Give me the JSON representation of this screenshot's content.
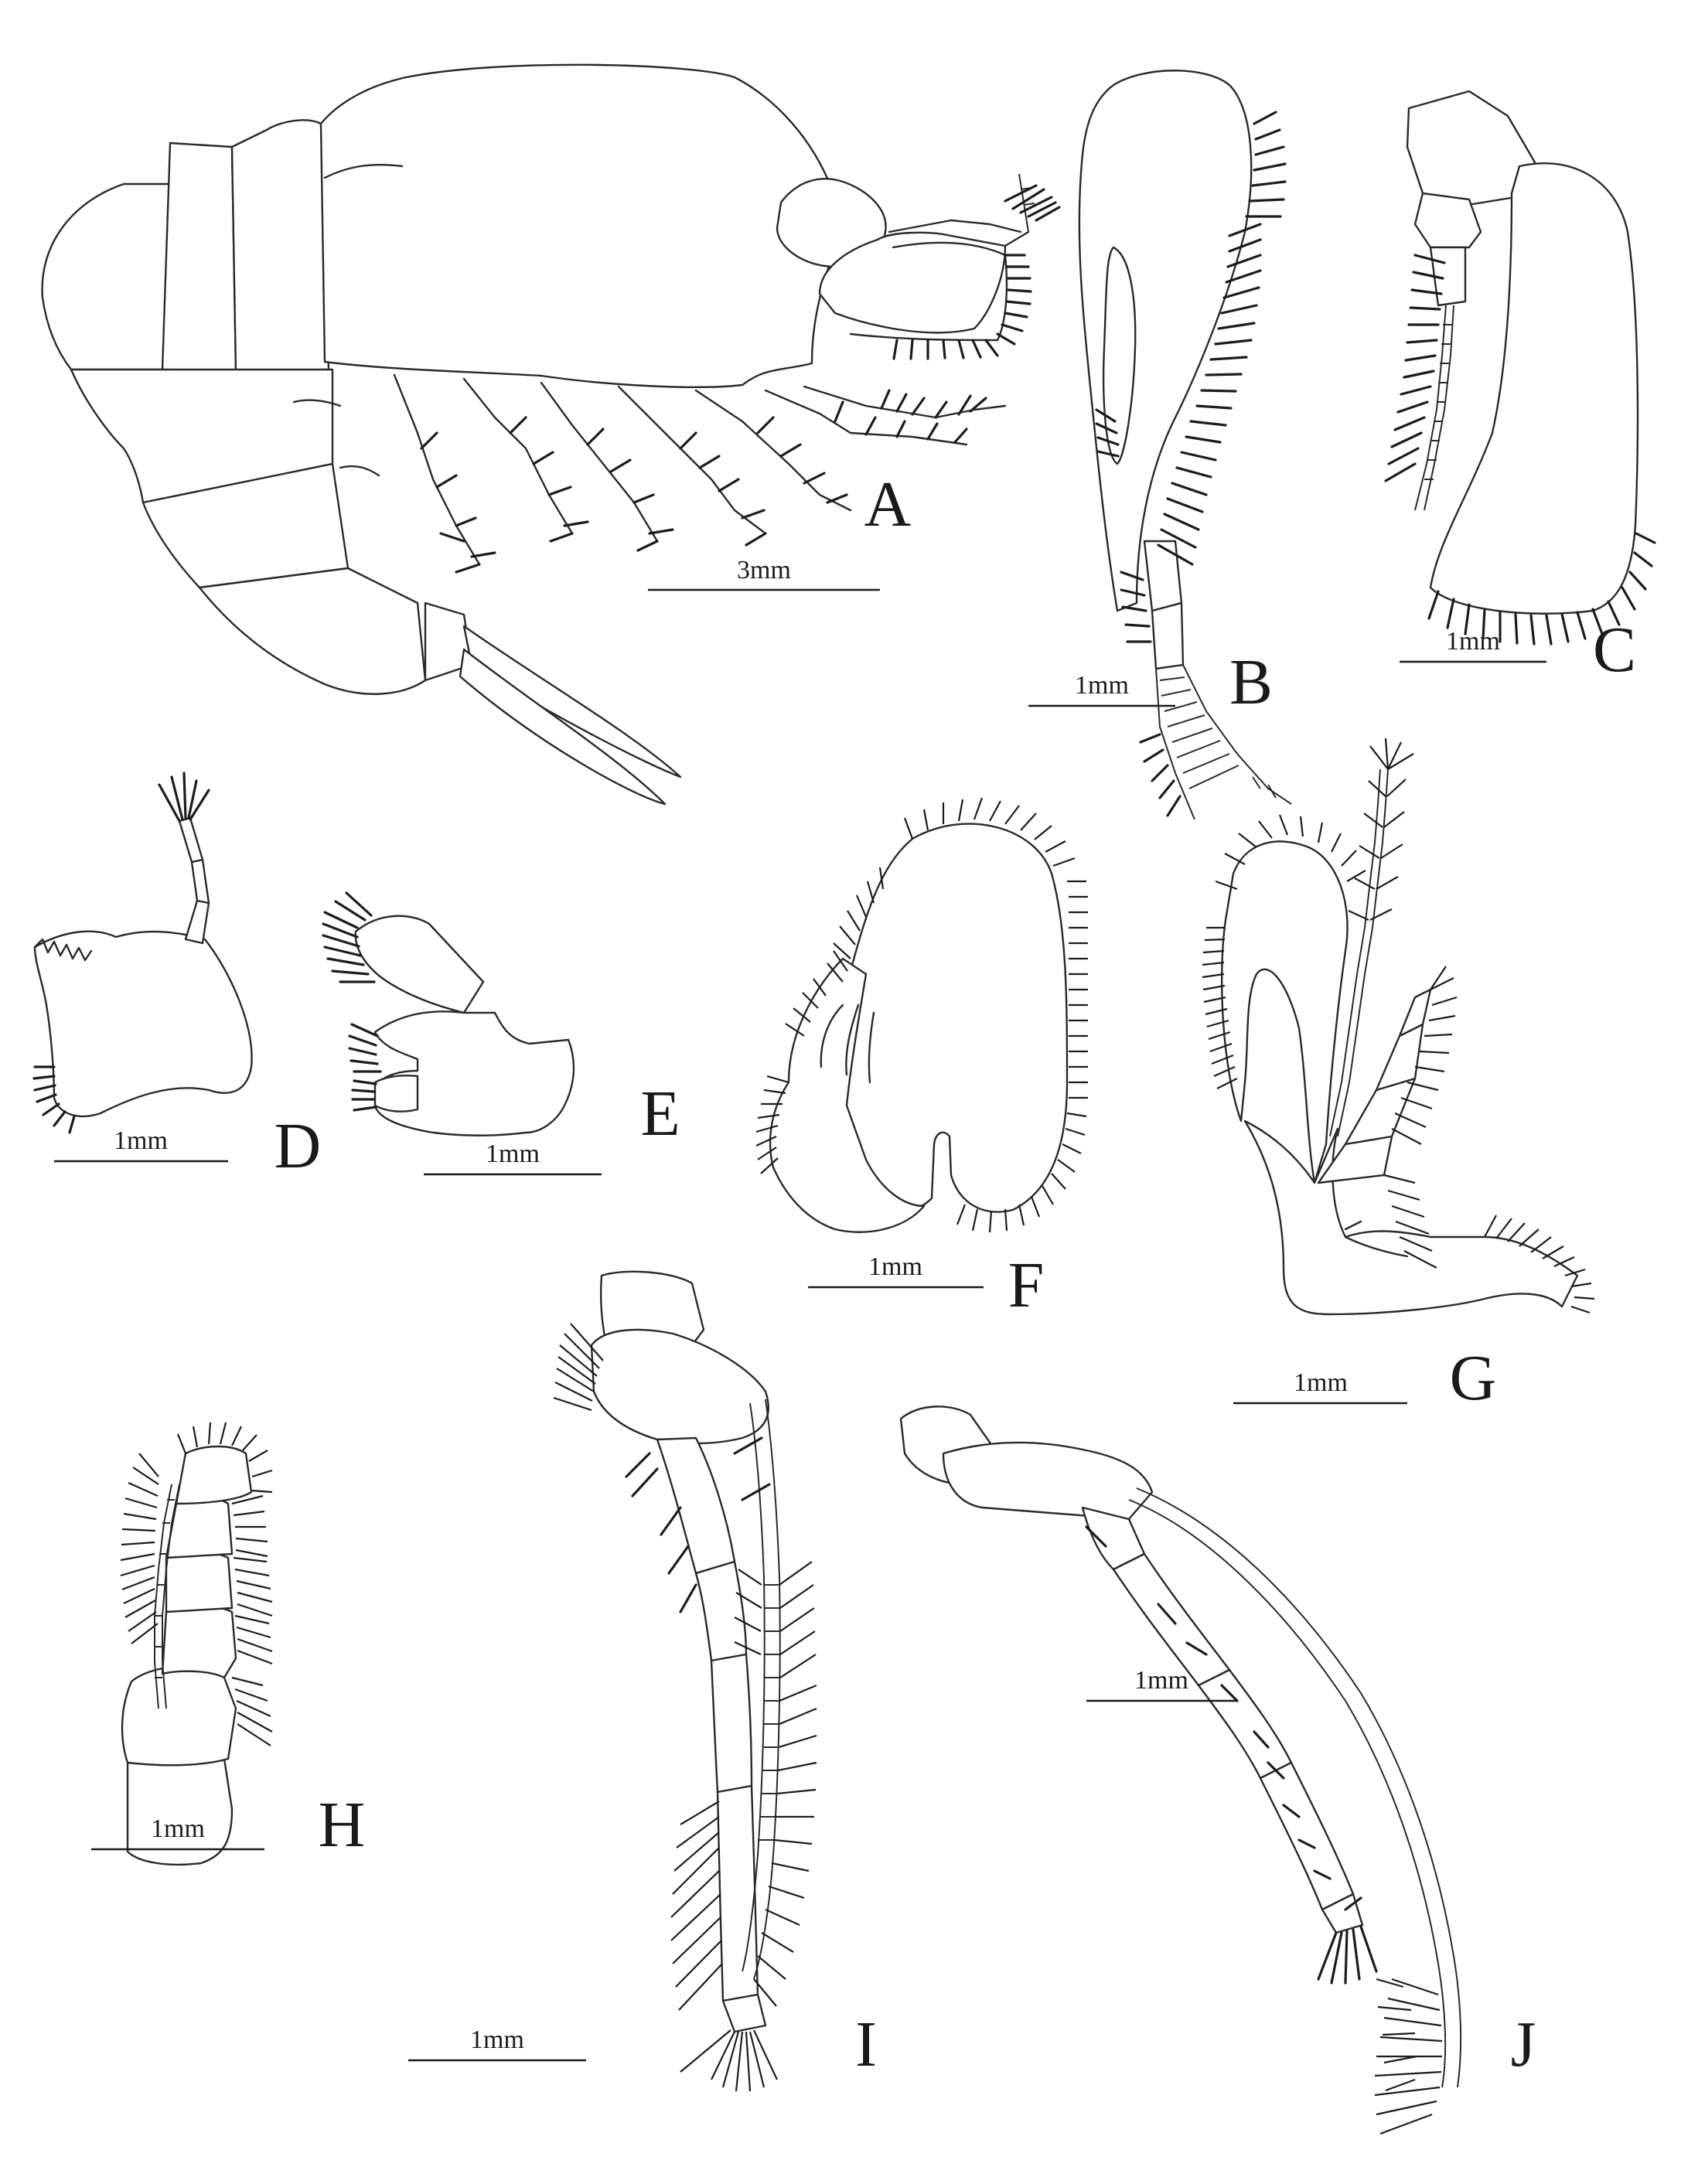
{
  "panels": [
    {
      "id": "A",
      "letter": "A",
      "scale": "3mm"
    },
    {
      "id": "B",
      "letter": "B",
      "scale": "1mm"
    },
    {
      "id": "C",
      "letter": "C",
      "scale": "1mm"
    },
    {
      "id": "D",
      "letter": "D",
      "scale": "1mm"
    },
    {
      "id": "E",
      "letter": "E",
      "scale": "1mm"
    },
    {
      "id": "F",
      "letter": "F",
      "scale": "1mm"
    },
    {
      "id": "G",
      "letter": "G",
      "scale": "1mm"
    },
    {
      "id": "H",
      "letter": "H",
      "scale": "1mm"
    },
    {
      "id": "I",
      "letter": "I",
      "scale": "1mm"
    },
    {
      "id": "J",
      "letter": "J",
      "scale": "1mm"
    }
  ],
  "colors": {
    "ink": "#2a2a2a",
    "paper": "#ffffff"
  }
}
